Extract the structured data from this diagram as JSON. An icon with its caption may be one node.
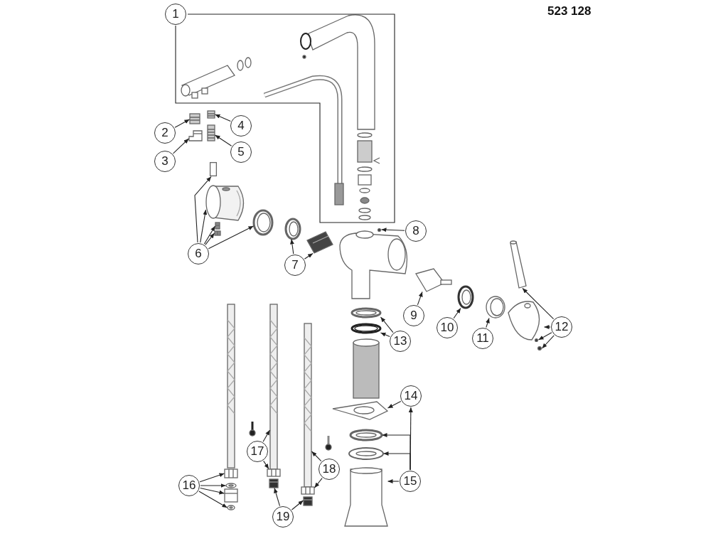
{
  "diagram": {
    "nodes": [
      {
        "text": [
          "1"
        ]
      },
      {
        "text": [
          "2"
        ]
      },
      {
        "text": [
          "3"
        ]
      },
      {
        "text": [
          "4"
        ]
      },
      {
        "text": [
          "5"
        ]
      },
      {
        "text": [
          "6"
        ]
      },
      {
        "text": [
          "7"
        ]
      },
      {
        "text": [
          "8"
        ]
      },
      {
        "text": [
          "9"
        ]
      },
      {
        "text": [
          "10"
        ]
      },
      {
        "text": [
          "11"
        ]
      },
      {
        "text": [
          "12"
        ]
      },
      {
        "text": [
          "13"
        ]
      },
      {
        "text": [
          "14"
        ]
      },
      {
        "text": [
          "15"
        ]
      },
      {
        "text": [
          "16"
        ]
      },
      {
        "text": [
          "17"
        ]
      },
      {
        "text": [
          "18"
        ]
      },
      {
        "text": [
          "19"
        ]
      },
      {
        "text": [],
        "shape": "picture"
      },
      {
        "text": [],
        "shape": "picture"
      },
      {
        "text": [],
        "shape": "picture"
      },
      {
        "text": [],
        "shape": "picture"
      },
      {
        "text": [],
        "shape": "box"
      },
      {
        "text": [],
        "shape": "picture"
      },
      {
        "text": [],
        "shape": "picture"
      },
      {
        "text": [],
        "shape": "picture"
      },
      {
        "text": [],
        "shape": "picture"
      },
      {
        "text": [],
        "shape": "circle"
      },
      {
        "text": [],
        "shape": "picture"
      },
      {
        "text": [],
        "shape": "picture"
      },
      {
        "text": [],
        "shape": "picture"
      },
      {
        "text": [],
        "shape": "picture"
      },
      {
        "text": [],
        "shape": "picture"
      },
      {
        "text": [],
        "shape": "picture"
      },
      {
        "text": [],
        "shape": "picture"
      },
      {
        "text": [],
        "shape": "picture"
      },
      {
        "text": [],
        "shape": "picture"
      },
      {
        "text": [],
        "shape": "picture"
      },
      {
        "text": [],
        "shape": "picture"
      },
      {
        "text": [],
        "shape": "circle"
      },
      {
        "text": [],
        "shape": "circle"
      },
      {
        "text": [],
        "shape": "picture"
      },
      {
        "text": [],
        "shape": "picture"
      },
      {
        "text": [],
        "shape": "picture"
      },
      {
        "text": [],
        "shape": "picture"
      },
      {
        "text": [],
        "shape": "picture"
      },
      {
        "text": [],
        "shape": "picture"
      },
      {
        "text": [],
        "shape": "picture"
      },
      {
        "text": [],
        "shape": "picture"
      },
      {
        "text": [],
        "shape": "picture"
      },
      {
        "text": [],
        "shape": "picture"
      },
      {
        "text": [],
        "shape": "picture"
      },
      {
        "text": [],
        "shape": "picture"
      }
    ],
    "edges": [
      {
        "from": 0,
        "to": null,
        "arrow": "none"
      },
      {
        "from": 1,
        "to": 20,
        "arrow": "to"
      },
      {
        "from": 2,
        "to": 22,
        "arrow": "to"
      },
      {
        "from": 3,
        "to": 19,
        "arrow": "to"
      },
      {
        "from": 4,
        "to": 21,
        "arrow": "to"
      },
      {
        "from": 5,
        "to": 23,
        "arrow": "to"
      },
      {
        "from": 5,
        "to": 24,
        "arrow": "to"
      },
      {
        "from": 5,
        "to": 27,
        "arrow": "to"
      },
      {
        "from": 5,
        "to": 29,
        "arrow": "to"
      },
      {
        "from": 5,
        "to": 25,
        "arrow": "to"
      },
      {
        "from": 6,
        "to": 26,
        "arrow": "to"
      },
      {
        "from": 6,
        "to": 30,
        "arrow": "to"
      },
      {
        "from": 7,
        "to": 28,
        "arrow": "to"
      },
      {
        "from": 8,
        "to": 32,
        "arrow": "to"
      },
      {
        "from": 9,
        "to": 33,
        "arrow": "to"
      },
      {
        "from": 10,
        "to": 34,
        "arrow": "to"
      },
      {
        "from": 11,
        "to": 31,
        "arrow": "to"
      },
      {
        "from": 11,
        "to": 36,
        "arrow": "to"
      },
      {
        "from": 11,
        "to": 40,
        "arrow": "to"
      },
      {
        "from": 11,
        "to": 41,
        "arrow": "to"
      },
      {
        "from": 12,
        "to": 37,
        "arrow": "to"
      },
      {
        "from": 12,
        "to": 39,
        "arrow": "to"
      },
      {
        "from": 13,
        "to": 42,
        "arrow": "to"
      },
      {
        "from": 14,
        "to": 47,
        "arrow": "to"
      },
      {
        "from": 14,
        "to": 44,
        "arrow": "to"
      },
      {
        "from": 14,
        "to": 43,
        "arrow": "to"
      },
      {
        "from": 14,
        "to": 13,
        "arrow": "to"
      },
      {
        "from": 15,
        "to": 45,
        "arrow": "to"
      },
      {
        "from": 15,
        "to": 49,
        "arrow": "to"
      },
      {
        "from": 15,
        "to": 51,
        "arrow": "to"
      },
      {
        "from": 15,
        "to": 53,
        "arrow": "to"
      },
      {
        "from": 16,
        "to": 35,
        "arrow": "to"
      },
      {
        "from": 16,
        "to": 46,
        "arrow": "to"
      },
      {
        "from": 17,
        "to": 38,
        "arrow": "to"
      },
      {
        "from": 17,
        "to": 50,
        "arrow": "to"
      },
      {
        "from": 18,
        "to": 48,
        "arrow": "to"
      },
      {
        "from": 18,
        "to": 52,
        "arrow": "to"
      }
    ],
    "labels": [
      "523 128"
    ]
  }
}
